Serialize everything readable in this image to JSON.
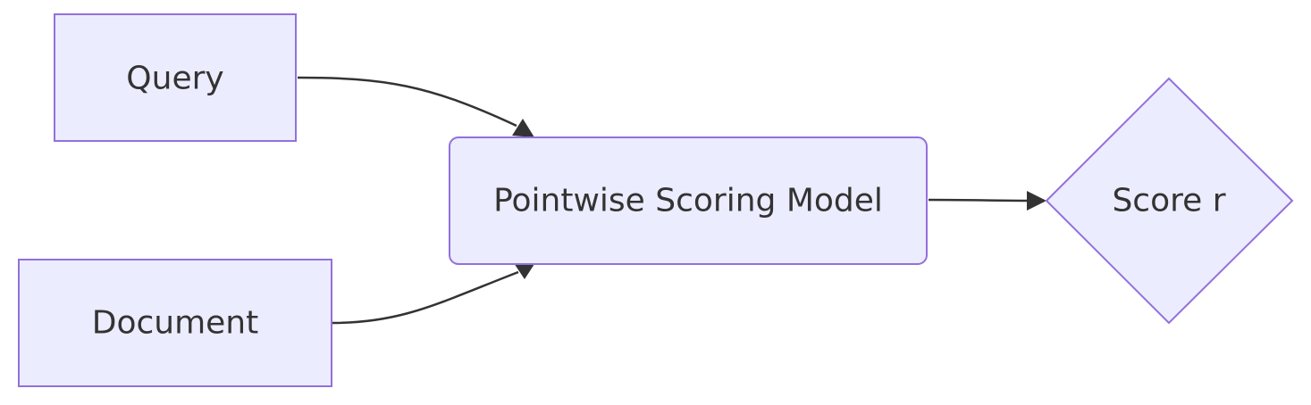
{
  "nodes": {
    "query": {
      "label": "Query"
    },
    "document": {
      "label": "Document"
    },
    "model": {
      "label": "Pointwise Scoring Model"
    },
    "score": {
      "label": "Score r"
    }
  },
  "edges": [
    {
      "from": "query",
      "to": "model"
    },
    {
      "from": "document",
      "to": "model"
    },
    {
      "from": "model",
      "to": "score"
    }
  ],
  "colors": {
    "node_fill": "#ECECFF",
    "node_stroke": "#9370DB",
    "edge": "#333333",
    "text": "#333333"
  }
}
